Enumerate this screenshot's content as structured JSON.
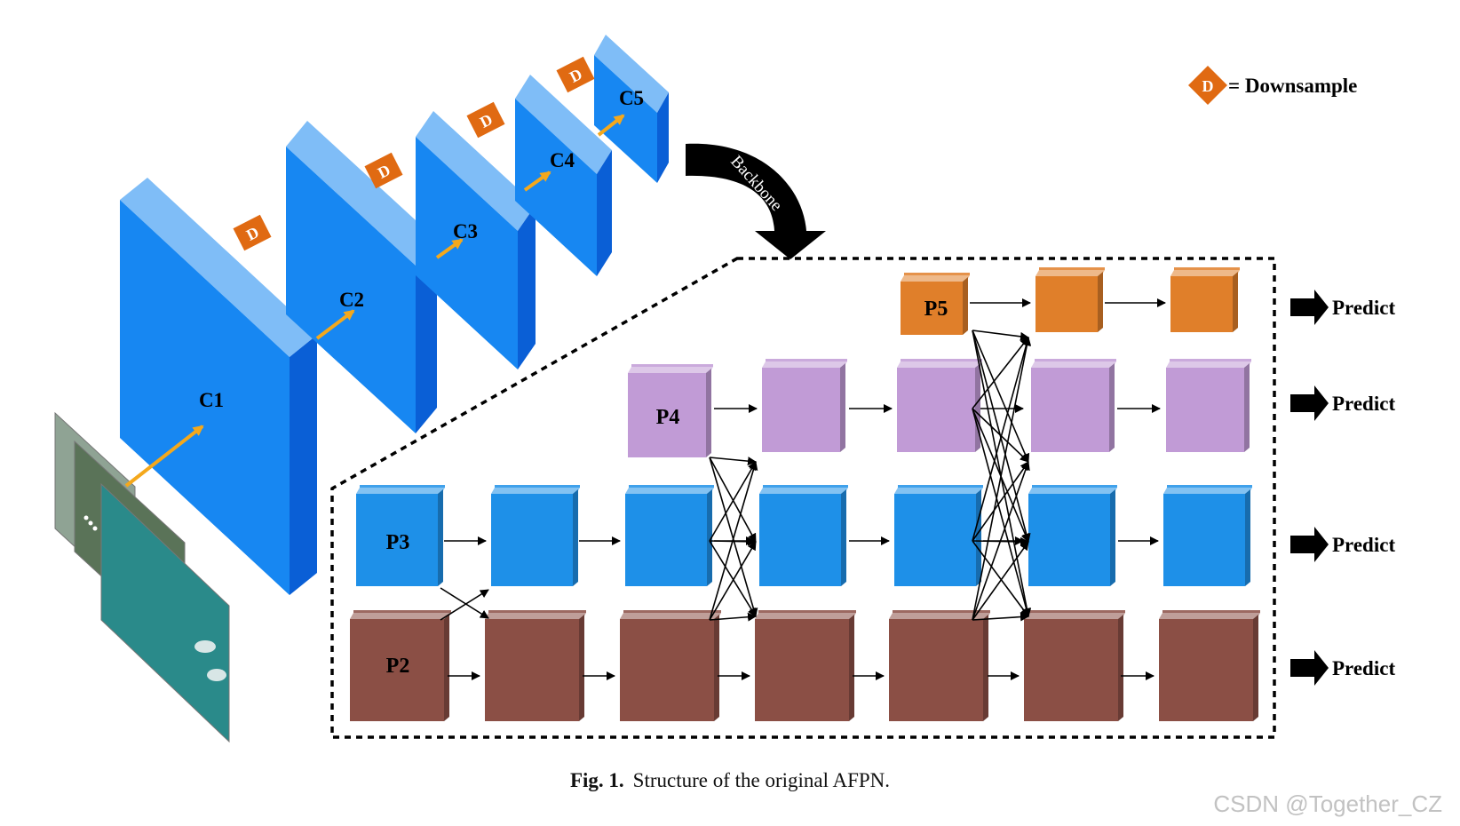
{
  "legend": {
    "symbol": "D",
    "text": "= Downsample"
  },
  "backbone": {
    "curved_arrow_label": "Backbone",
    "stages": [
      "C1",
      "C2",
      "C3",
      "C4",
      "C5"
    ],
    "downsample_symbol": "D"
  },
  "fpn": {
    "levels": [
      {
        "id": "P5",
        "color": "#e07f2a"
      },
      {
        "id": "P4",
        "color": "#c19bd6"
      },
      {
        "id": "P3",
        "color": "#1e90e8"
      },
      {
        "id": "P2",
        "color": "#8b4f45"
      }
    ],
    "predict_label": "Predict"
  },
  "caption": {
    "prefix": "Fig. 1.",
    "text": "Structure of the original AFPN."
  },
  "watermark": "CSDN @Together_CZ",
  "colors": {
    "backbone_front": "#1787f2",
    "backbone_top": "#7fbdf7",
    "backbone_side": "#0a5fd6",
    "downsample": "#e06a12",
    "arrow_yellow": "#f4a81c"
  }
}
